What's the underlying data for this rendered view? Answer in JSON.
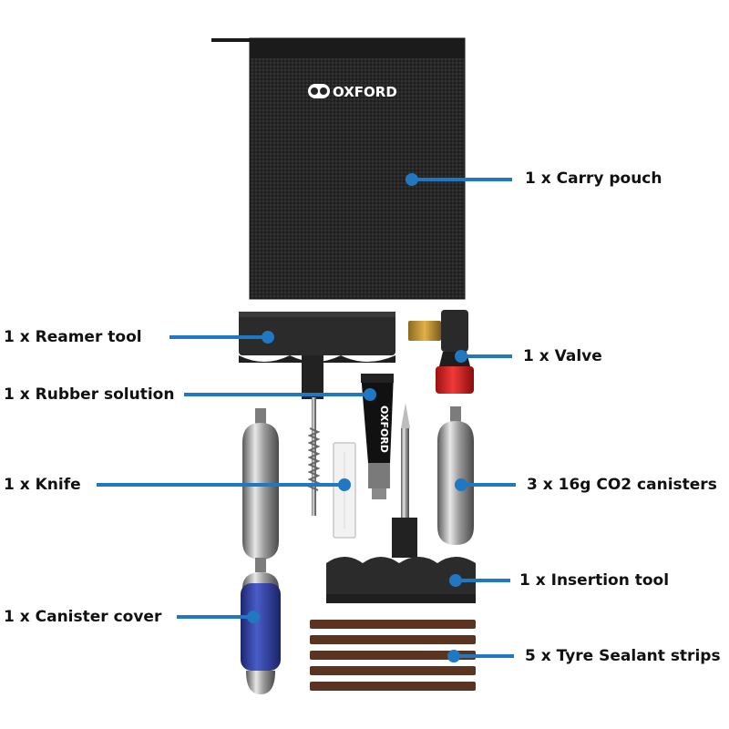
{
  "brand": {
    "logo_text": "OXFORD"
  },
  "colors": {
    "callout": "#1f78c1",
    "pouch": "#2a2a2a",
    "tool": "#2b2b2b",
    "valve_red": "#d81e1e",
    "canister_cover": "#2b3a9e",
    "sealant_strip": "#5a3420"
  },
  "callouts": {
    "carry_pouch": "1 x Carry pouch",
    "reamer_tool": "1 x Reamer tool",
    "valve": "1 x Valve",
    "rubber_solution": "1 x Rubber solution",
    "knife": "1 x Knife",
    "co2_canisters": "3 x 16g CO2 canisters",
    "insertion_tool": "1 x Insertion tool",
    "canister_cover": "1 x Canister cover",
    "sealant_strips": "5 x Tyre Sealant strips"
  }
}
